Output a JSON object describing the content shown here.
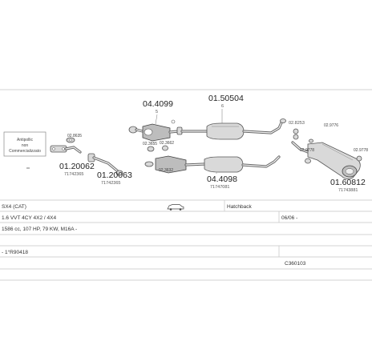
{
  "parts": {
    "p1": {
      "number": "04.4099",
      "sub": "5"
    },
    "p2": {
      "number": "01.50504",
      "sub": "6"
    },
    "p3": {
      "number": "02.8253",
      "sub": ""
    },
    "p4": {
      "number": "01.20062",
      "sub": "71742365"
    },
    "p5": {
      "number": "01.20063",
      "sub": "71742365"
    },
    "p6": {
      "number": "04.4098",
      "sub": "71747081"
    },
    "p7": {
      "number": "01.60812",
      "sub": "71743881"
    }
  },
  "small_labels": {
    "s1": "02.8635",
    "s2": "02.3655",
    "s3": "02.3662",
    "s4": "02.3632",
    "s5": "02.9778",
    "s6": "02.9778",
    "s7": "02.9776"
  },
  "notice": {
    "line1": "Antipollic",
    "line2": "non",
    "line3": "Commercializzato"
  },
  "info": {
    "row1_model": "SX4 (CAT)",
    "row1_body": "Hatchback",
    "row2_engine": "1.6 VVT 4CY 4X2 / 4X4",
    "row2_date": "06/06 -",
    "row3_spec": "1586 cc, 107 HP, 79 KW, M16A -",
    "row4_code": "- 1°R90418",
    "row5_ref": "C360103"
  }
}
